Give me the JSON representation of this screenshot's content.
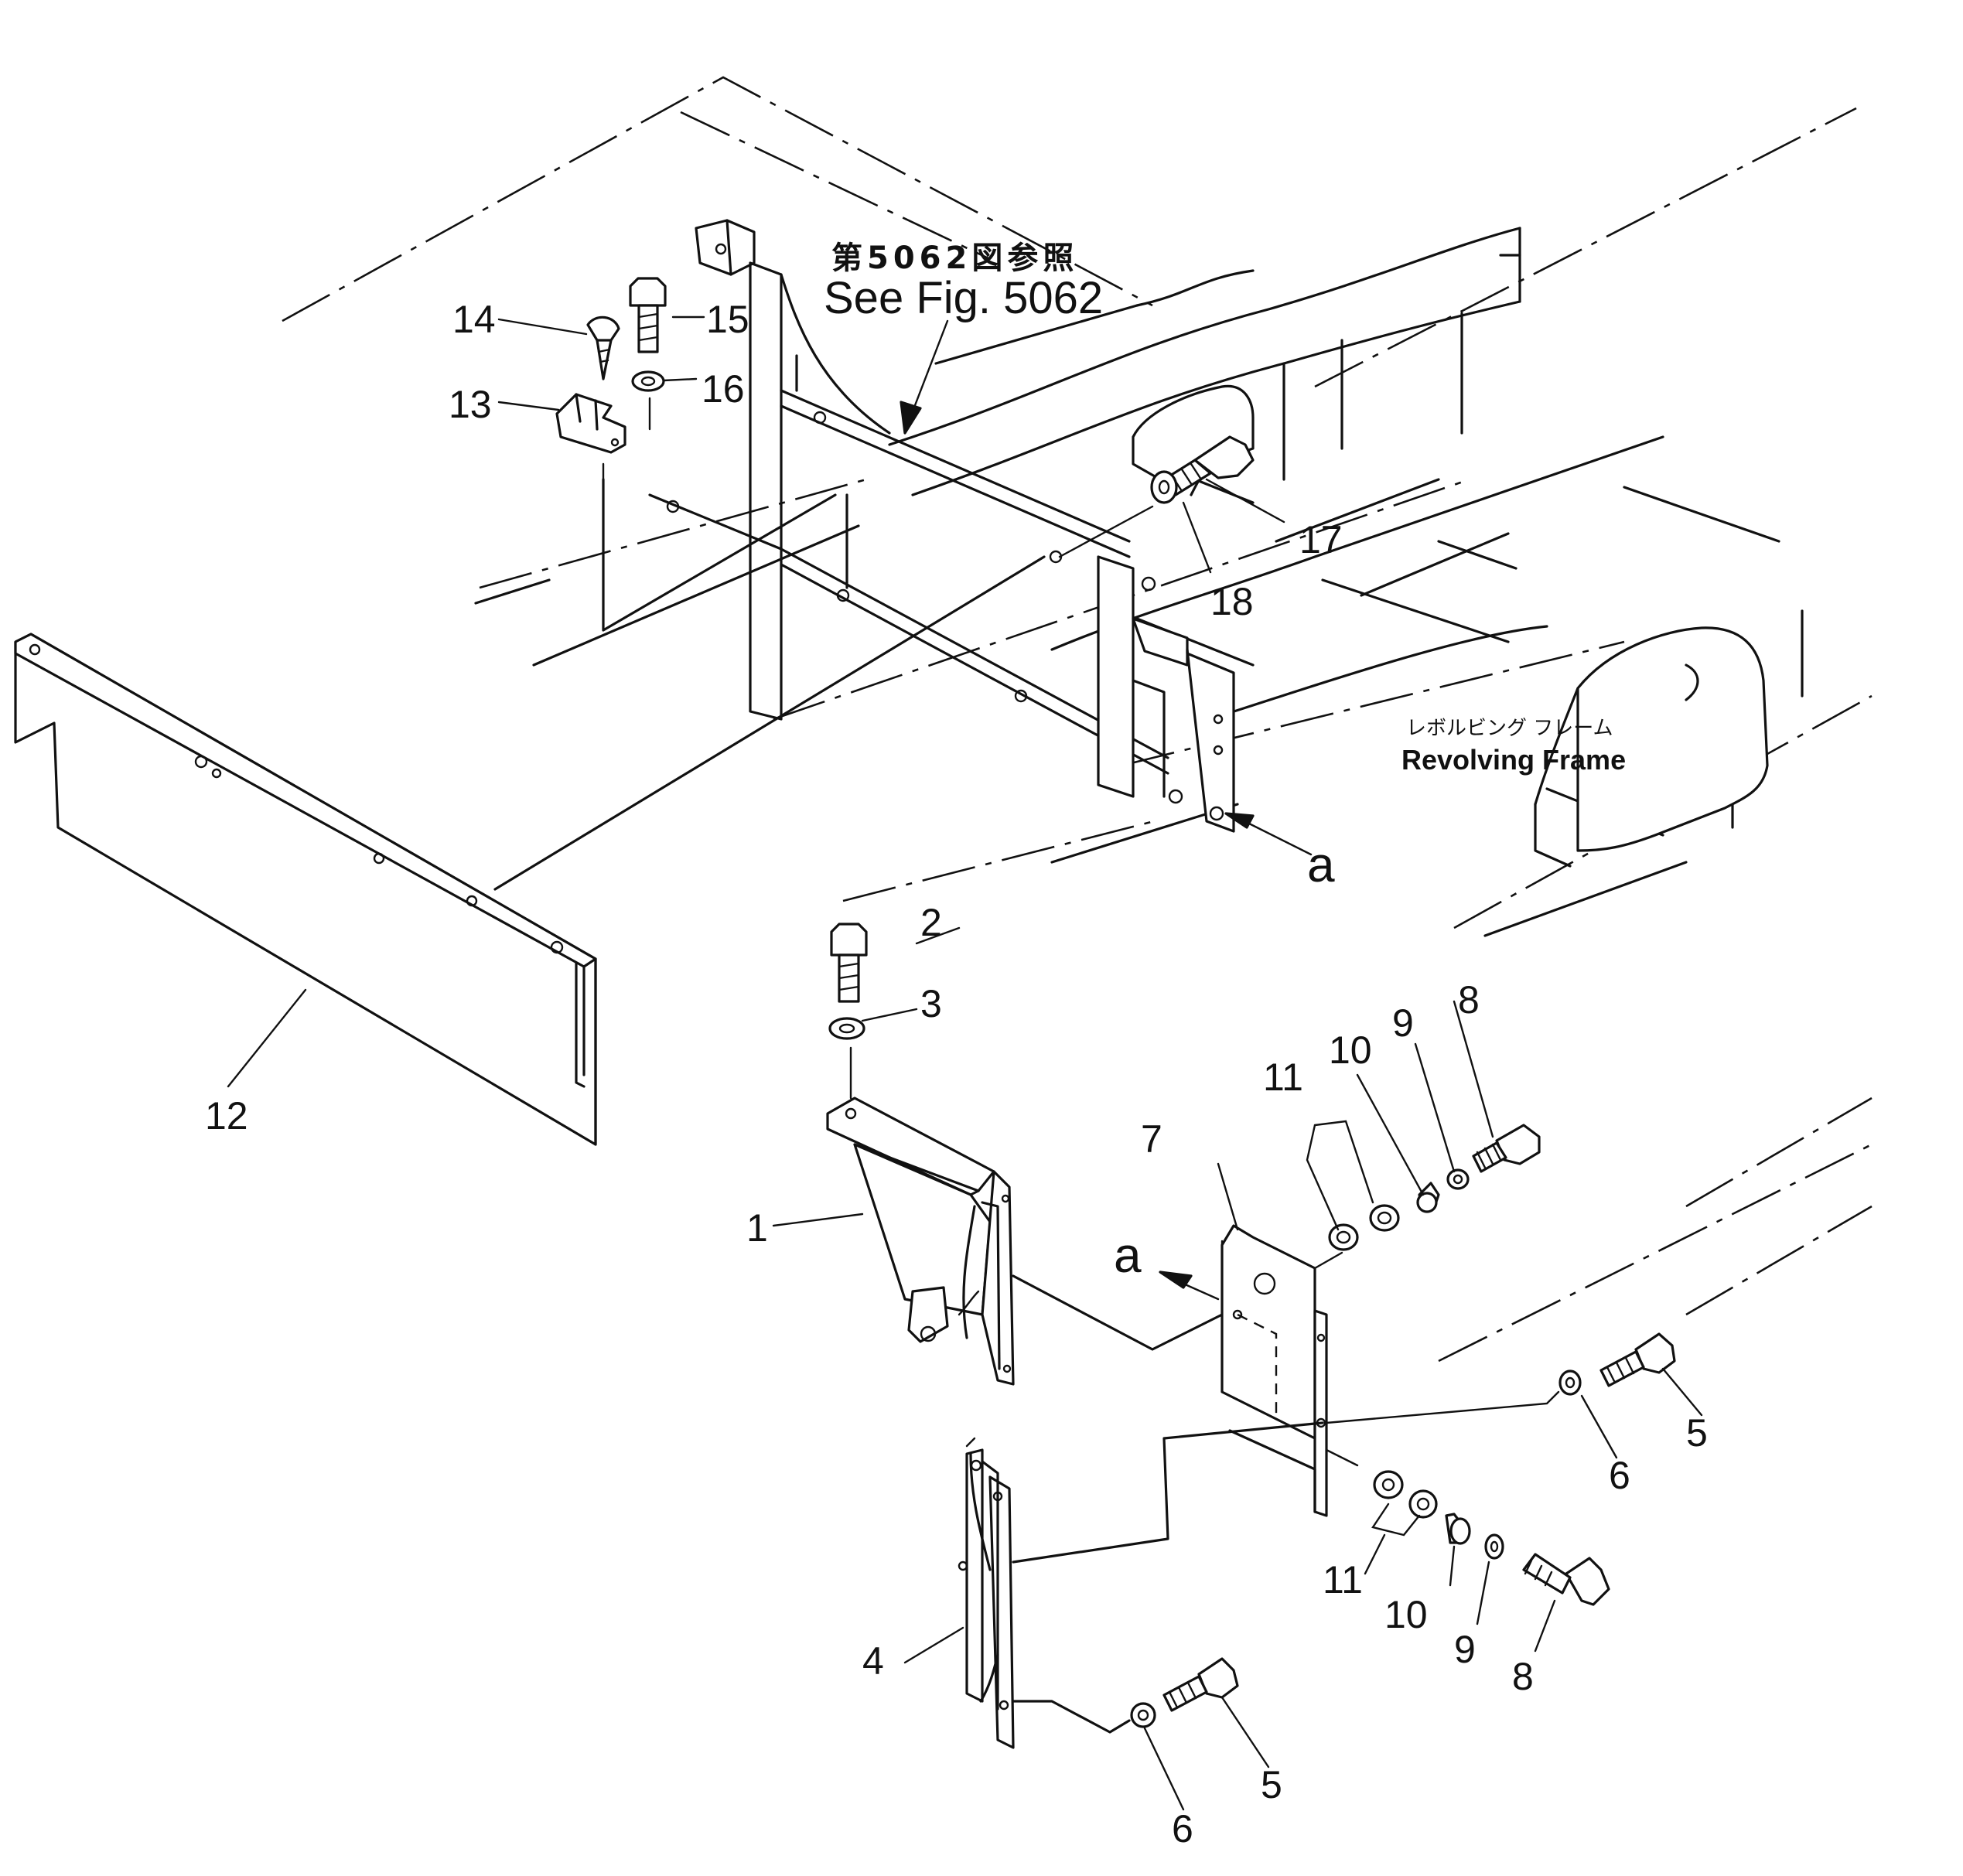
{
  "reference": {
    "japanese": "第5062図参照",
    "english": "See Fig. 5062"
  },
  "frame_label": {
    "japanese": "レボルビング フレーム",
    "english": "Revolving Frame"
  },
  "view_marker": "a",
  "callouts": {
    "c1": "1",
    "c2": "2",
    "c3": "3",
    "c4": "4",
    "c5a": "5",
    "c5b": "5",
    "c6a": "6",
    "c6b": "6",
    "c7": "7",
    "c8a": "8",
    "c8b": "8",
    "c9a": "9",
    "c9b": "9",
    "c10a": "10",
    "c10b": "10",
    "c11a": "11",
    "c11b": "11",
    "c12": "12",
    "c13": "13",
    "c14": "14",
    "c15": "15",
    "c16": "16",
    "c17": "17",
    "c18": "18"
  }
}
